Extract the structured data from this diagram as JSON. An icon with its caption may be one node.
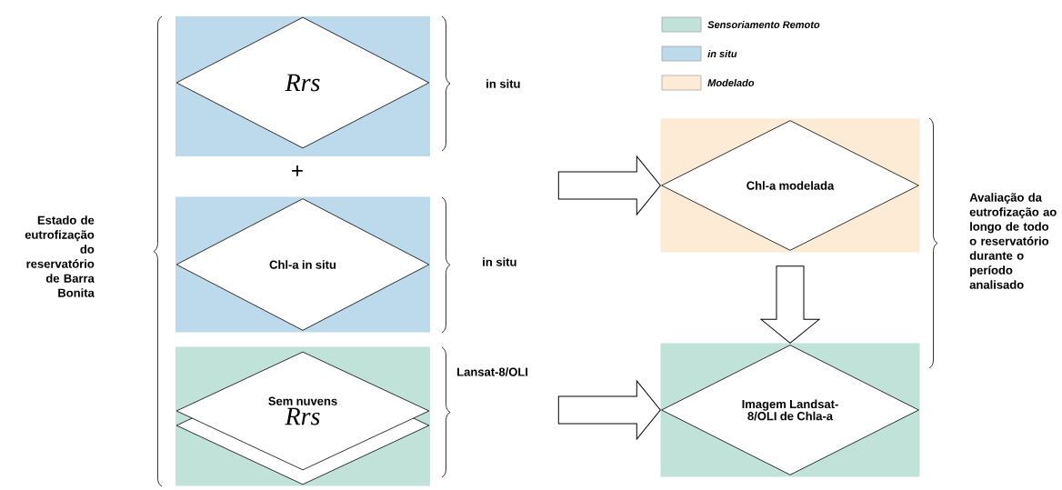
{
  "diagram": {
    "nodes": [
      {
        "text": [],
        "shape": "box"
      },
      {
        "text": [
          "Rrs"
        ],
        "in": 0
      },
      {
        "text": [],
        "shape": "box"
      },
      {
        "text": [
          "Chl-a in situ"
        ],
        "in": 2
      },
      {
        "text": [],
        "shape": "box"
      },
      {
        "text": [
          "Sem nuvens",
          "Rrs"
        ],
        "in": 4
      },
      {
        "text": [],
        "shape": "box"
      },
      {
        "text": [
          "Chl-a modelada"
        ],
        "in": 6
      },
      {
        "text": [],
        "shape": "box"
      },
      {
        "text": [
          "Imagem Landsat-8/OLI de Chla-a"
        ],
        "in": 8
      }
    ],
    "edges": [
      {
        "from": null,
        "to": 6,
        "arrow": "to"
      },
      {
        "from": null,
        "to": 8,
        "arrow": "to"
      },
      {
        "from": 6,
        "to": 8,
        "arrow": "to"
      }
    ],
    "labels": [
      "in situ",
      "+",
      "in situ",
      "Lansat-8/OLI",
      "Estado de eutrofização do reservatório de Barra Bonita",
      "Avaliação da eutrofização ao longo de todo o reservatório durante o período analisado"
    ],
    "legend": [
      {
        "text": "Sensoriamento Remoto",
        "color": "#c0e2d9"
      },
      {
        "text": "in situ",
        "color": "#bdd9ec"
      },
      {
        "text": "Modelado",
        "color": "#fdebd6"
      }
    ]
  }
}
